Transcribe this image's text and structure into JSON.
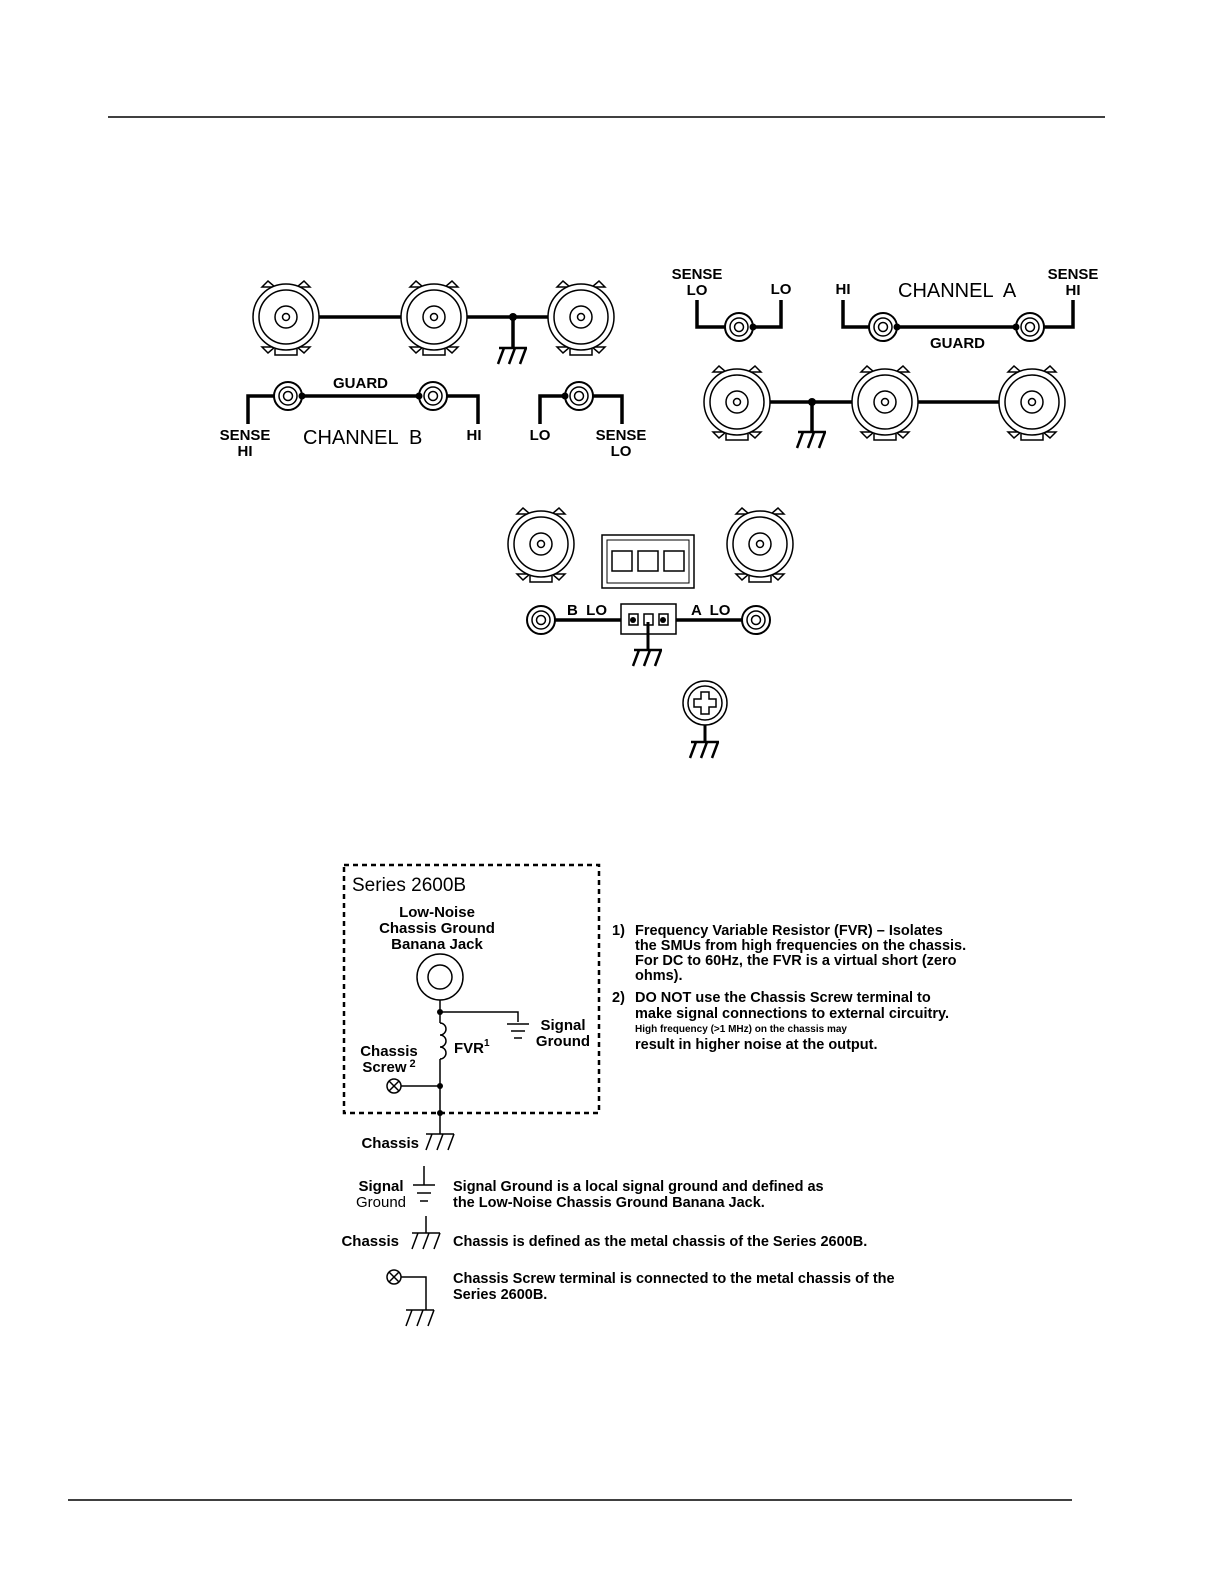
{
  "diagram": {
    "colors": {
      "ink": "#000000",
      "background": "#ffffff",
      "jack_fill": "#ffffff"
    },
    "panel_b": {
      "guard": "GUARD",
      "sense_hi": [
        "SENSE",
        "HI"
      ],
      "channel": "CHANNEL  B",
      "hi": "HI",
      "lo": "LO",
      "sense_lo": [
        "SENSE",
        "LO"
      ]
    },
    "panel_a": {
      "sense_lo": [
        "SENSE",
        "LO"
      ],
      "lo": "LO",
      "hi": "HI",
      "channel": "CHANNEL  A",
      "sense_hi": [
        "SENSE",
        "HI"
      ],
      "guard": "GUARD"
    },
    "center": {
      "b_lo": "B  LO",
      "a_lo": "A  LO"
    },
    "schematic": {
      "title": "Series 2600B",
      "jack_label": [
        "Low-Noise",
        "Chassis Ground",
        "Banana Jack"
      ],
      "signal_ground": [
        "Signal",
        "Ground"
      ],
      "fvr": "FVR",
      "fvr_sup": "1",
      "chassis_screw": [
        "Chassis",
        "Screw"
      ],
      "screw_sup": "2",
      "chassis": "Chassis"
    },
    "notes": {
      "n1_num": "1)",
      "n1": [
        "Frequency Variable Resistor (FVR) – Isolates",
        "the SMUs from high frequencies on the chassis.",
        "For DC to 60Hz, the FVR is a virtual short (zero",
        "ohms)."
      ],
      "n2_num": "2)",
      "n2": [
        "DO NOT use the Chassis Screw terminal to",
        "make signal connections to external circuitry."
      ],
      "n2_small": "High frequency (>1 MHz) on the chassis may",
      "n2_last": "result in higher noise at the output."
    },
    "legend": {
      "signal_ground_label": [
        "Signal",
        "Ground"
      ],
      "signal_ground_text": [
        "Signal Ground is a local signal ground and defined as",
        "the Low-Noise Chassis Ground Banana Jack."
      ],
      "chassis_label": "Chassis",
      "chassis_text": "Chassis is defined as the metal chassis of the Series 2600B.",
      "screw_text": [
        "Chassis Screw terminal is connected to the metal chassis of the",
        "Series 2600B."
      ]
    }
  }
}
